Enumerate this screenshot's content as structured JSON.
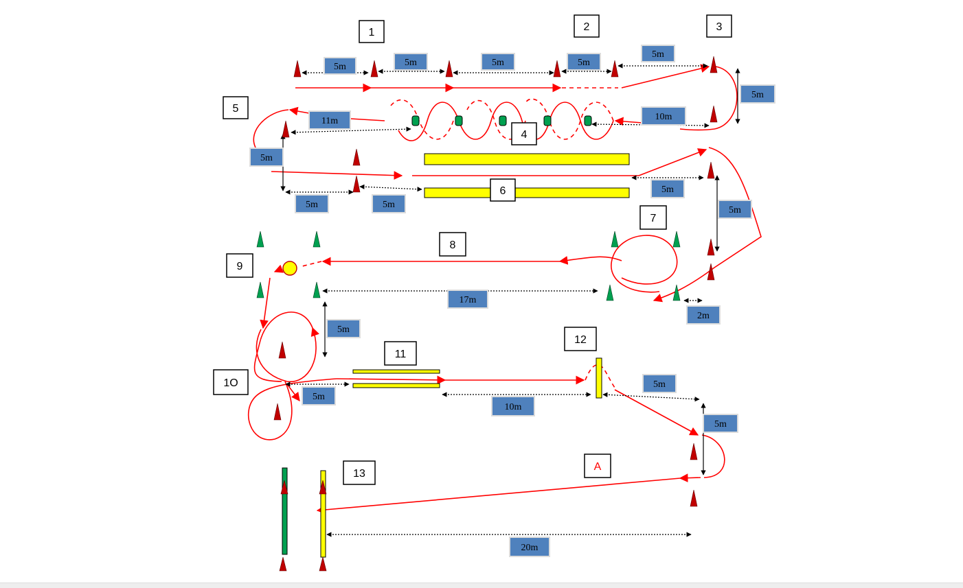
{
  "colors": {
    "route": "#ff0000",
    "cone_red": "#c00000",
    "cone_green": "#00a050",
    "barrier_yellow": "#ffff00",
    "pole_green": "#00a050",
    "label_fill": "#4f81bd",
    "drum_green": "#00a050",
    "ball_yellow": "#ffff00"
  },
  "station_labels": {
    "s1": "1",
    "s2": "2",
    "s3": "3",
    "s4": "4",
    "s5": "5",
    "s6": "6",
    "s7": "7",
    "s8": "8",
    "s9": "9",
    "s10": "1O",
    "s11": "11",
    "s12": "12",
    "s13": "13"
  },
  "marker_a": "A",
  "distance_labels": {
    "d1": "5m",
    "d2": "5m",
    "d3": "5m",
    "d4": "5m",
    "d5": "5m",
    "d6": "5m",
    "d7": "11m",
    "d8": "10m",
    "d9": "5m",
    "d10": "5m",
    "d11": "5m",
    "d12": "5m",
    "d13": "5m",
    "d14": "17m",
    "d15": "2m",
    "d16": "5m",
    "d17": "5m",
    "d18": "10m",
    "d19": "5m",
    "d20": "5m",
    "d21": "20m"
  }
}
